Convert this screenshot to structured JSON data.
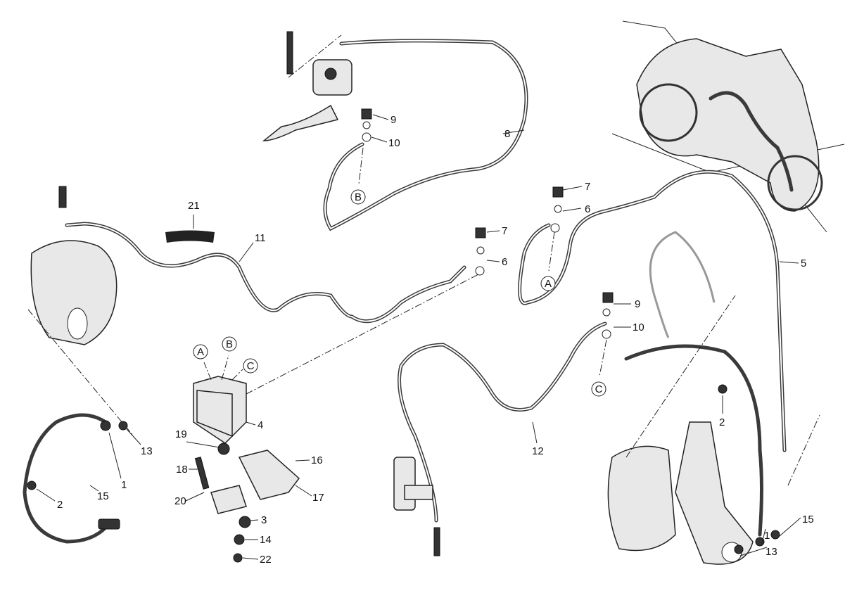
{
  "diagram": {
    "title": "ABS brake hose routing",
    "callouts": {
      "front_left": {
        "p9": "9",
        "p10": "10",
        "ref_b": "B",
        "p8": "8"
      },
      "front_right": {
        "p7": "7",
        "p6": "6",
        "ref_a": "A",
        "p5": "5"
      },
      "caliper_left": {
        "p21": "21",
        "p11": "11",
        "p7": "7",
        "p6": "6"
      },
      "rear": {
        "p9": "9",
        "p10": "10",
        "ref_c": "C",
        "p12": "12"
      },
      "abs_unit": {
        "ref_a": "A",
        "ref_b": "B",
        "ref_c": "C",
        "p4": "4",
        "p19": "19",
        "p18": "18",
        "p20": "20",
        "p16": "16",
        "p17": "17",
        "p3": "3",
        "p14": "14",
        "p22": "22"
      },
      "sensor_front": {
        "p13": "13",
        "p1": "1",
        "p15": "15",
        "p2": "2"
      },
      "sensor_rear": {
        "p2": "2",
        "p15": "15",
        "p1": "1",
        "p13": "13"
      }
    }
  }
}
